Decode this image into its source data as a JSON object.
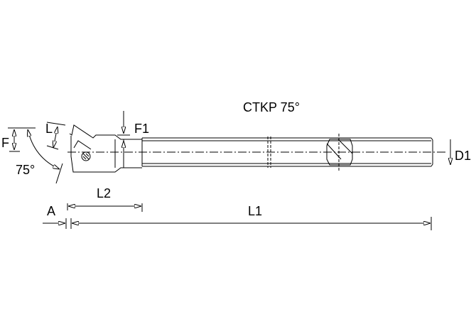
{
  "title": "CTKP 75°",
  "labels": {
    "F": "F",
    "L": "L",
    "angle": "75°",
    "F1": "F1",
    "D1": "D1",
    "A": "A",
    "L2": "L2",
    "L1": "L1"
  },
  "colors": {
    "line": "#000000",
    "background": "#ffffff"
  }
}
